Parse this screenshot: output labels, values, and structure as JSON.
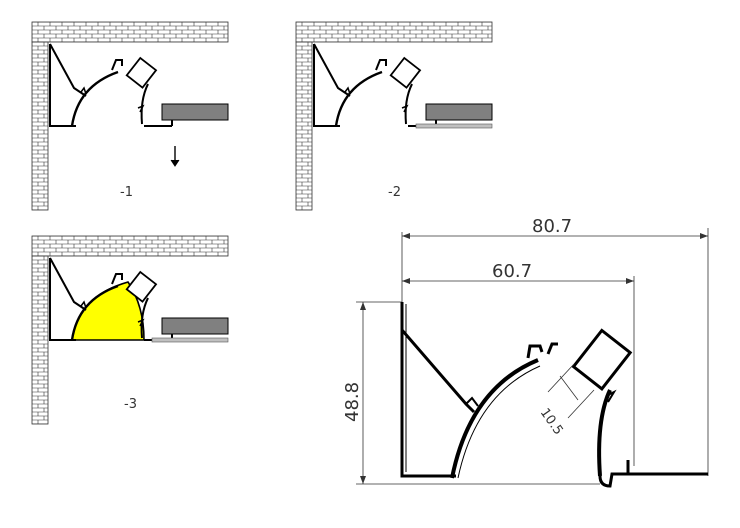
{
  "steps": [
    {
      "label": "-1"
    },
    {
      "label": "-2"
    },
    {
      "label": "-3"
    }
  ],
  "dimensions": {
    "overall_width": "80.7",
    "inner_width": "60.7",
    "height": "48.8",
    "led_width": "10.5"
  },
  "colors": {
    "line": "#000000",
    "wall_fill": "#ffffff",
    "ceiling_board": "#808080",
    "light_beam": "#ffff00",
    "dimension_line": "#333333"
  }
}
